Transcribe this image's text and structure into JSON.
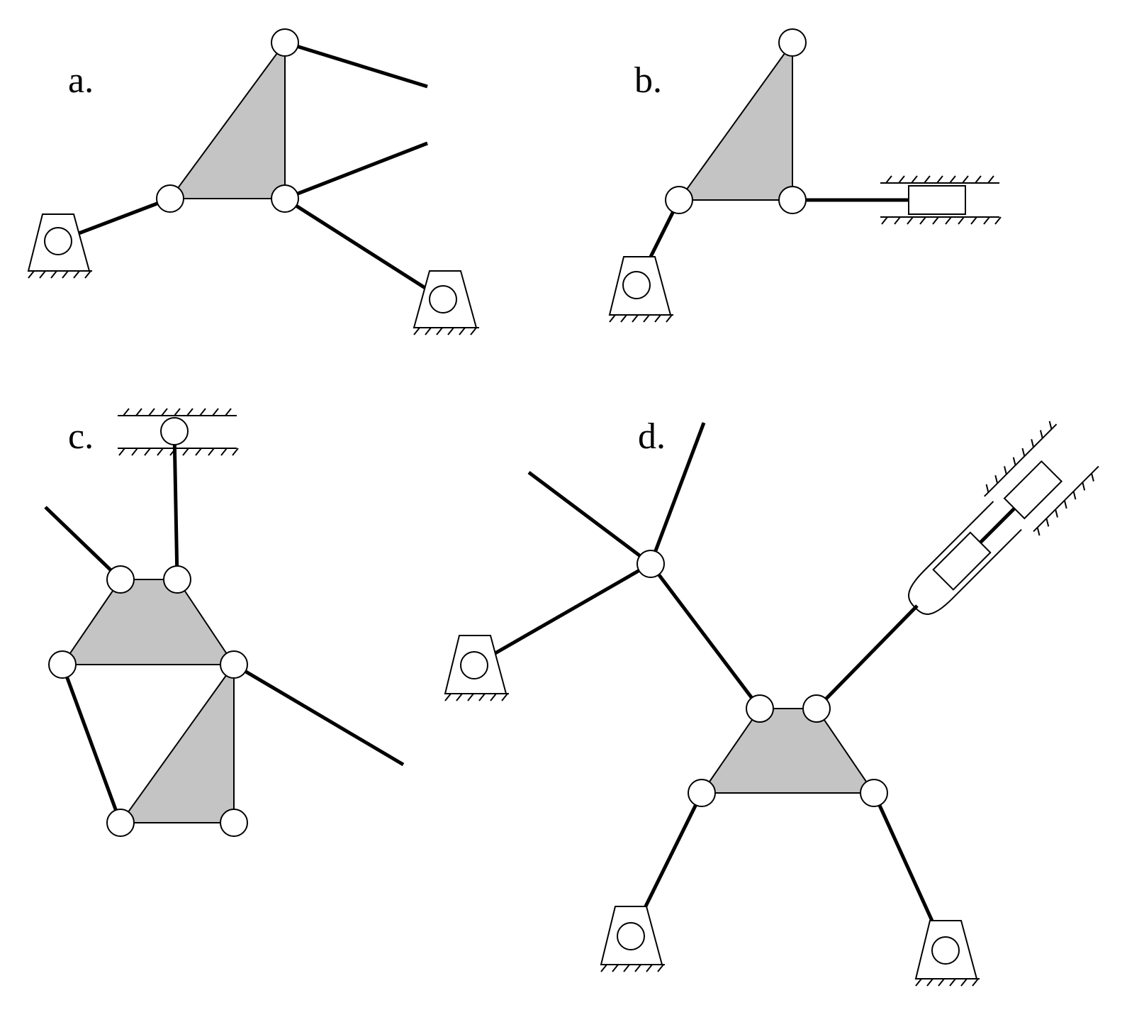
{
  "figure": {
    "panels": [
      {
        "id": "a",
        "label": "a."
      },
      {
        "id": "b",
        "label": "b."
      },
      {
        "id": "c",
        "label": "c."
      },
      {
        "id": "d",
        "label": "d."
      }
    ]
  },
  "colors": {
    "body_fill": "#c4c4c4",
    "stroke": "#000000",
    "joint_fill": "#ffffff",
    "background": "#ffffff"
  }
}
